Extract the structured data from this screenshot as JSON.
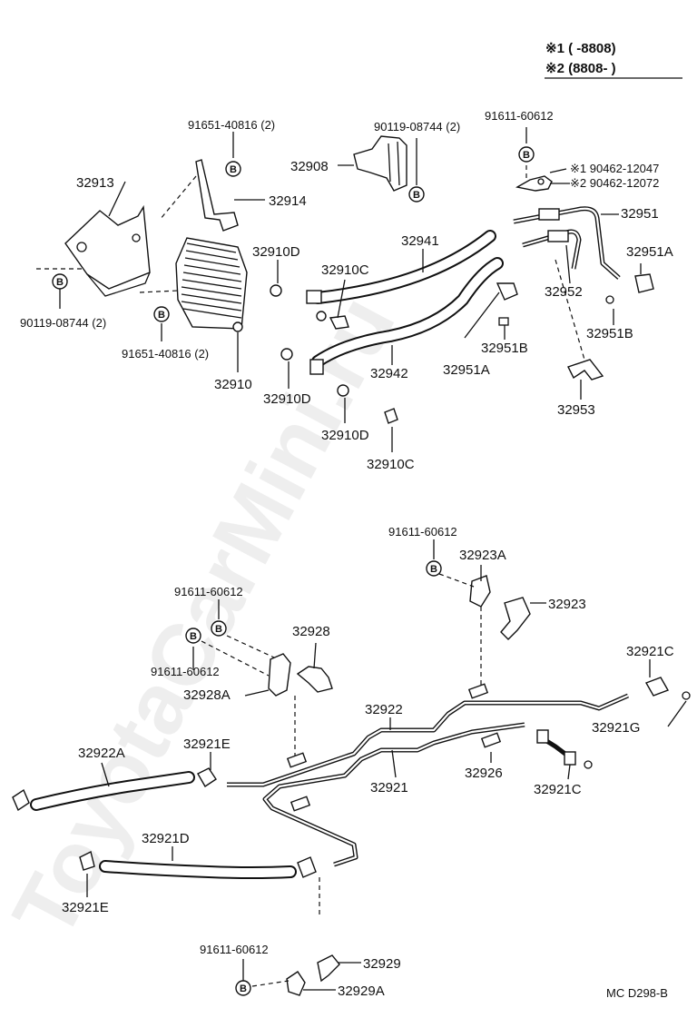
{
  "watermark": "ToyotaCarMini.ru",
  "legend": {
    "line1": "※1 (      -8808)",
    "line2": "※2 (8808-       )"
  },
  "footer_code": "MC  D298-B",
  "bolt_symbol": "B",
  "labels": {
    "p91651_top": "91651-40816 (2)",
    "p90119_top": "90119-08744 (2)",
    "p91611_top": "91611-60612",
    "p32908": "32908",
    "p32913": "32913",
    "p32914": "32914",
    "p90462_1": "※1 90462-12047",
    "p90462_2": "※2 90462-12072",
    "p32951": "32951",
    "p32941": "32941",
    "p32910D_a": "32910D",
    "p32910C_a": "32910C",
    "p32951A_a": "32951A",
    "p32952": "32952",
    "p90119_bot": "90119-08744 (2)",
    "p91651_bot": "91651-40816 (2)",
    "p32951B_a": "32951B",
    "p32951B_b": "32951B",
    "p32910": "32910",
    "p32942": "32942",
    "p32951A_b": "32951A",
    "p32910D_b": "32910D",
    "p32953": "32953",
    "p32910D_c": "32910D",
    "p32910C_b": "32910C",
    "p91611_mid": "91611-60612",
    "p32923A": "32923A",
    "p32923": "32923",
    "p91611_l1": "91611-60612",
    "p32928": "32928",
    "p91611_l2": "91611-60612",
    "p32928A": "32928A",
    "p32921C_a": "32921C",
    "p32922": "32922",
    "p32921G": "32921G",
    "p32922A": "32922A",
    "p32921E_a": "32921E",
    "p32926": "32926",
    "p32921": "32921",
    "p32921C_b": "32921C",
    "p32921D": "32921D",
    "p32921E_b": "32921E",
    "p91611_bot": "91611-60612",
    "p32929": "32929",
    "p32929A": "32929A"
  }
}
